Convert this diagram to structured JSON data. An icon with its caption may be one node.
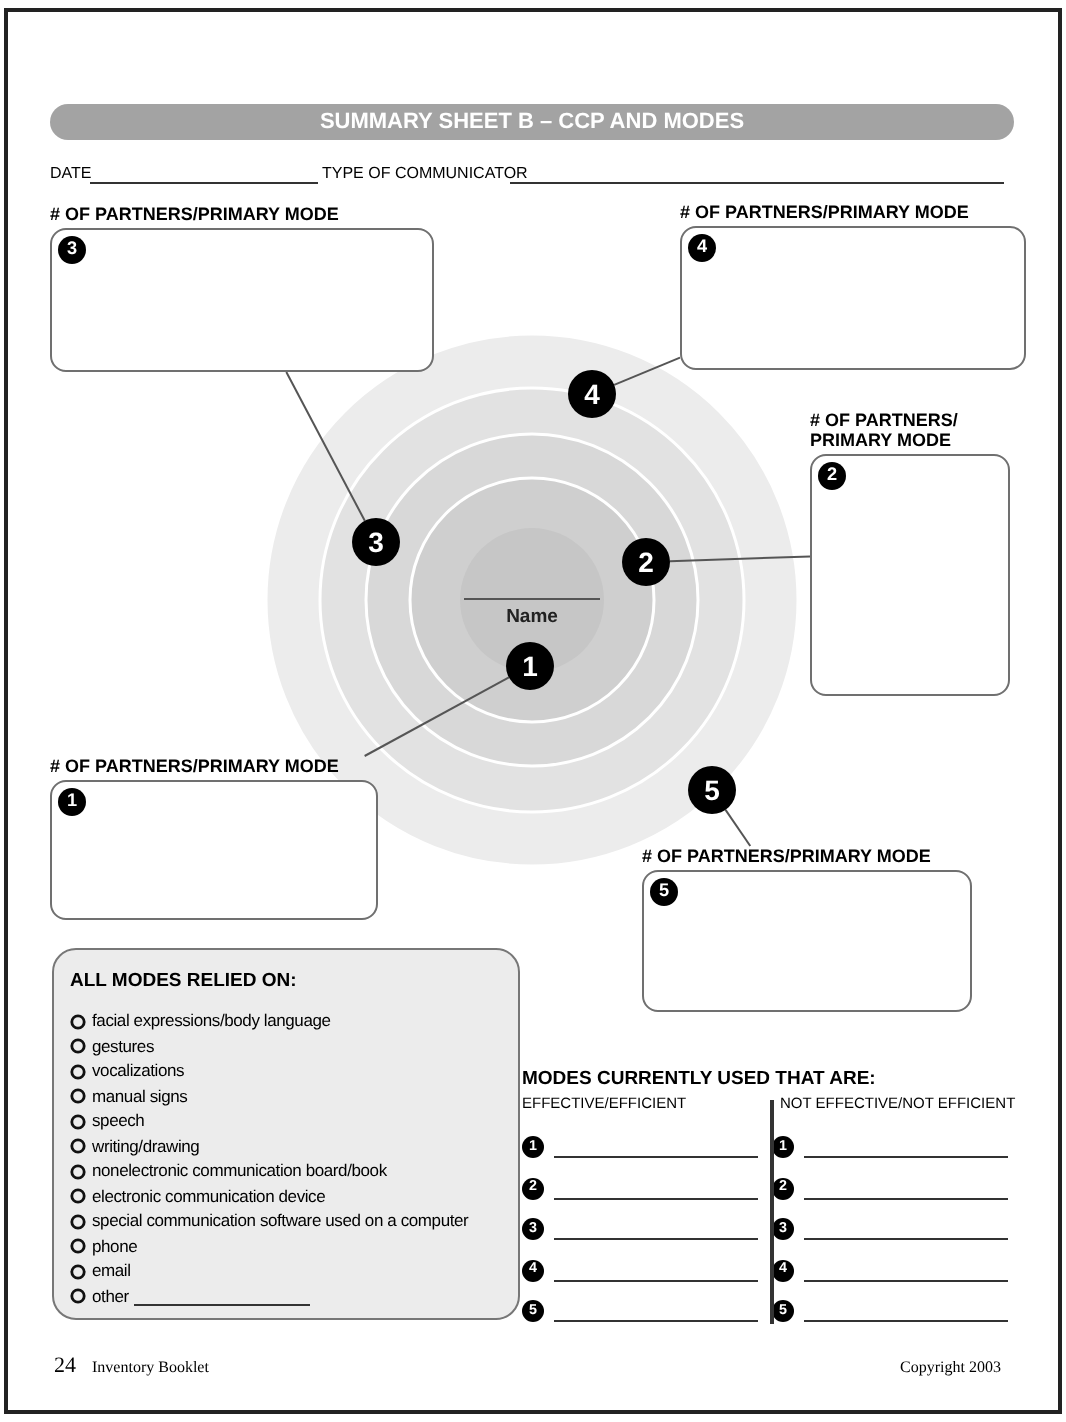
{
  "diagram": {
    "title": "SUMMARY SHEET B – CCP AND MODES",
    "nodes": [
      {
        "text": [
          "# OF PARTNERS/PRIMARY MODE",
          "3"
        ]
      },
      {
        "text": [
          "# OF PARTNERS/PRIMARY MODE",
          "4"
        ]
      },
      {
        "text": [
          "4"
        ]
      },
      {
        "text": [
          "# OF PARTNERS/ PRIMARY MODE",
          "2"
        ]
      },
      {
        "text": [
          "3"
        ]
      },
      {
        "text": [
          "2"
        ]
      },
      {
        "text": [
          "Name"
        ]
      },
      {
        "text": [
          "1"
        ]
      },
      {
        "text": [
          "# OF PARTNERS/PRIMARY MODE",
          "1"
        ]
      },
      {
        "text": [
          "5"
        ]
      },
      {
        "text": [
          "# OF PARTNERS/PRIMARY MODE",
          "5"
        ]
      },
      {
        "text": [
          "ALL MODES RELIED ON:",
          "facial expressions/body language",
          "gestures",
          "vocalizations",
          "manual signs",
          "speech",
          "writing/drawing",
          "nonelectronic communication board/book",
          "electronic communication device",
          "special communication software used on a computer",
          "phone",
          "email",
          "other"
        ]
      }
    ],
    "edges": [
      {
        "from": 0,
        "to": 4,
        "arrow": "none"
      },
      {
        "from": 1,
        "to": 2,
        "arrow": "none"
      },
      {
        "from": 5,
        "to": 3,
        "arrow": "none"
      },
      {
        "from": 7,
        "to": 8,
        "arrow": "none"
      },
      {
        "from": 9,
        "to": 10,
        "arrow": "none"
      }
    ],
    "labels": [
      "DATE",
      "TYPE OF COMMUNICATOR",
      "MODES CURRENTLY USED THAT ARE:",
      "EFFECTIVE/EFFICIENT",
      "NOT EFFECTIVE/NOT EFFICIENT",
      "1",
      "1",
      "2",
      "2",
      "3",
      "3",
      "4",
      "4",
      "5",
      "5",
      "24",
      "Inventory Booklet",
      "Copyright 2003"
    ]
  }
}
